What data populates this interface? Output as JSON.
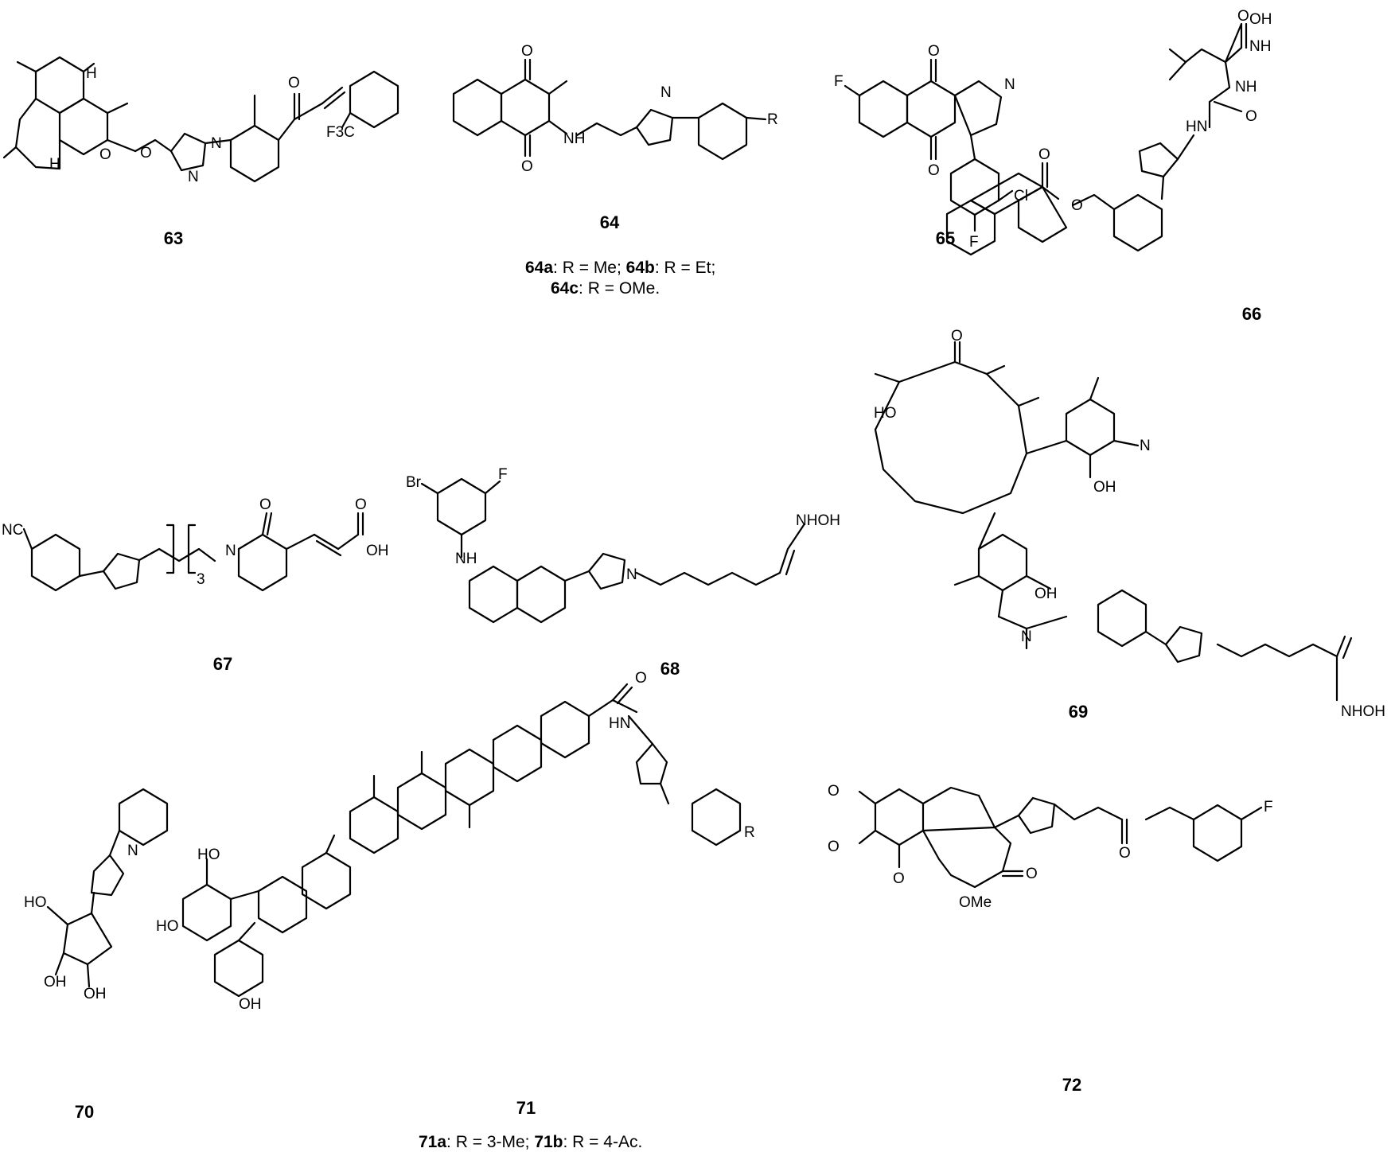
{
  "compounds": [
    {
      "id": "63"
    },
    {
      "id": "64",
      "variants": [
        {
          "code": "64a",
          "text": ": R = Me; "
        },
        {
          "code": "64b",
          "text": ": R = Et;"
        },
        {
          "code": "64c",
          "text": ": R = OMe."
        }
      ]
    },
    {
      "id": "65"
    },
    {
      "id": "66"
    },
    {
      "id": "67"
    },
    {
      "id": "68"
    },
    {
      "id": "69"
    },
    {
      "id": "70"
    },
    {
      "id": "71",
      "variants": [
        {
          "code": "71a",
          "text": ": R = 3-Me; "
        },
        {
          "code": "71b",
          "text": ": R = 4-Ac."
        }
      ]
    },
    {
      "id": "72"
    }
  ],
  "atom_labels": {
    "hydroxamic_top": "O",
    "nh_oh": "NH",
    "oh": "OH",
    "nh": "NH",
    "hn": "HN",
    "n": "N",
    "h": "H",
    "o": "O",
    "f": "F",
    "cl": "Cl",
    "br": "Br",
    "nc": "NC",
    "cf3": "F3C",
    "r": "R",
    "nhoh": "NHOH",
    "ome": "OMe",
    "ho": "HO",
    "three": "3"
  }
}
